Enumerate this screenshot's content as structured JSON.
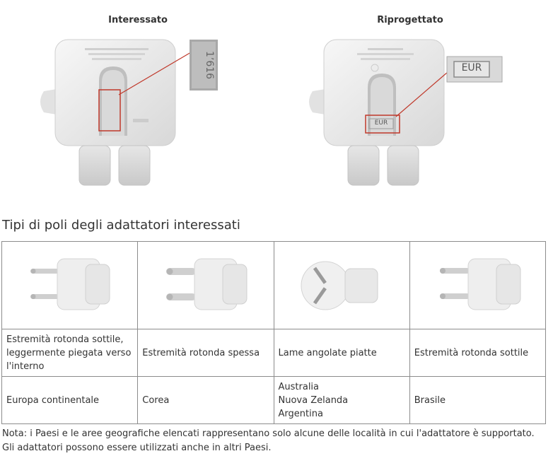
{
  "header": {
    "affected_label": "Interessato",
    "redesigned_label": "Riprogettato"
  },
  "figures": {
    "affected_stamp_text": "1ʼ616",
    "redesigned_stamp_text": "EUR"
  },
  "section_title": "Tipi di poli degli adattatori interessati",
  "table": {
    "columns": [
      {
        "description": "Estremità rotonda sottile, leggermente piegata verso l'interno",
        "countries": [
          "Europa continentale"
        ]
      },
      {
        "description": "Estremità rotonda spessa",
        "countries": [
          "Corea"
        ]
      },
      {
        "description": "Lame angolate piatte",
        "countries": [
          "Australia",
          "Nuova Zelanda",
          "Argentina"
        ]
      },
      {
        "description": "Estremità rotonda sottile",
        "countries": [
          "Brasile"
        ]
      }
    ]
  },
  "note": "Nota: i Paesi e le aree geografiche elencati rappresentano solo alcune delle località in cui l'adattatore è supportato. Gli adattatori possono essere utilizzati anche in altri Paesi.",
  "colors": {
    "callout_red": "#c0392b",
    "adapter_body": "#e9e9e9",
    "border": "#8c8c8c"
  }
}
